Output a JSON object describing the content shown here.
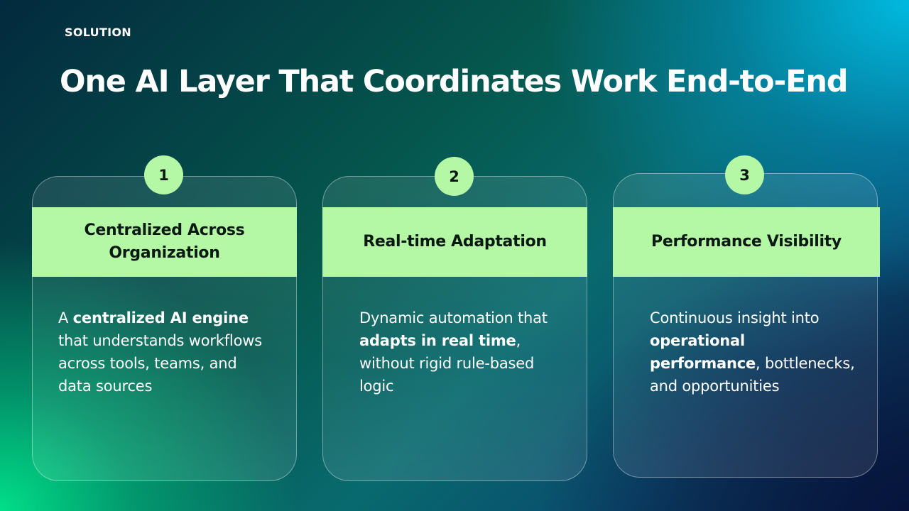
{
  "slide": {
    "eyebrow": "SOLUTION",
    "title": "One AI Layer That Coordinates Work End-to-End"
  },
  "cards": [
    {
      "number": "1",
      "heading": "Centralized Across Organization",
      "body": [
        {
          "text": "A "
        },
        {
          "text": "centralized AI engine",
          "bold": true
        },
        {
          "text": " that understands workflows across tools, teams, and data sources"
        }
      ]
    },
    {
      "number": "2",
      "heading": "Real-time Adaptation",
      "body": [
        {
          "text": "Dynamic automation that "
        },
        {
          "text": "adapts in real time",
          "bold": true
        },
        {
          "text": ", without rigid rule-based logic"
        }
      ]
    },
    {
      "number": "3",
      "heading": "Performance Visibility",
      "body": [
        {
          "text": "Continuous insight into "
        },
        {
          "text": "operational performance",
          "bold": true
        },
        {
          "text": ", bottlenecks, and opportunities"
        }
      ]
    }
  ],
  "colors": {
    "accent_green": "#b4f7a4",
    "text_dark": "#0a1a12",
    "text_light": "#ffffff"
  }
}
